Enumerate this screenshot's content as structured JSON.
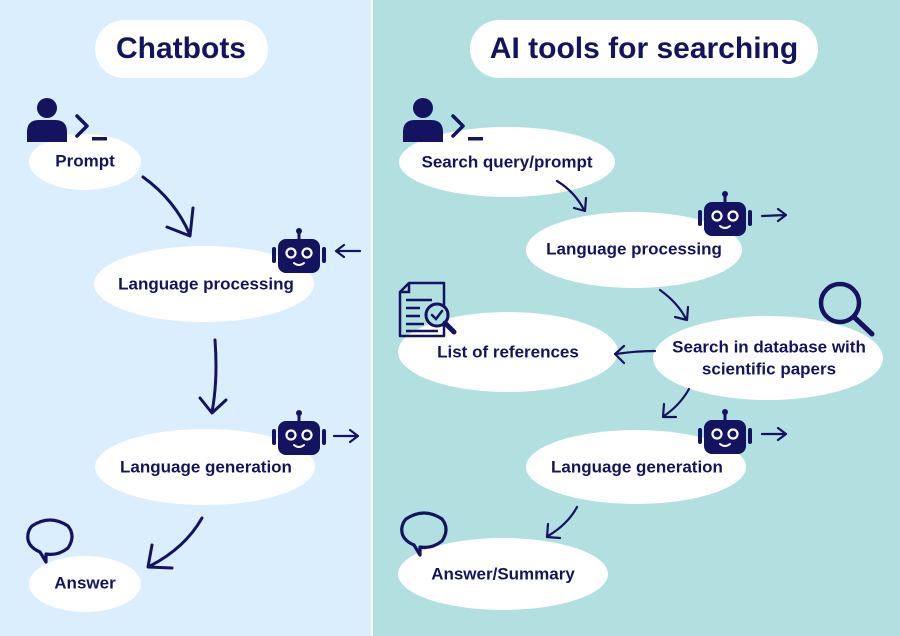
{
  "colors": {
    "left_bg": "#dbeefd",
    "right_bg": "#b2dfe0",
    "navy": "#14135f",
    "bubble": "#ffffff"
  },
  "chatbots": {
    "title": "Chatbots",
    "steps": {
      "prompt": "Prompt",
      "processing": "Language processing",
      "generation": "Language generation",
      "answer": "Answer"
    }
  },
  "search_tools": {
    "title": "AI tools for searching",
    "steps": {
      "query": "Search query/prompt",
      "processing": "Language processing",
      "references": "List of references",
      "database_line1": "Search in database with",
      "database_line2": "scientific papers",
      "generation": "Language generation",
      "answer": "Answer/Summary"
    }
  }
}
